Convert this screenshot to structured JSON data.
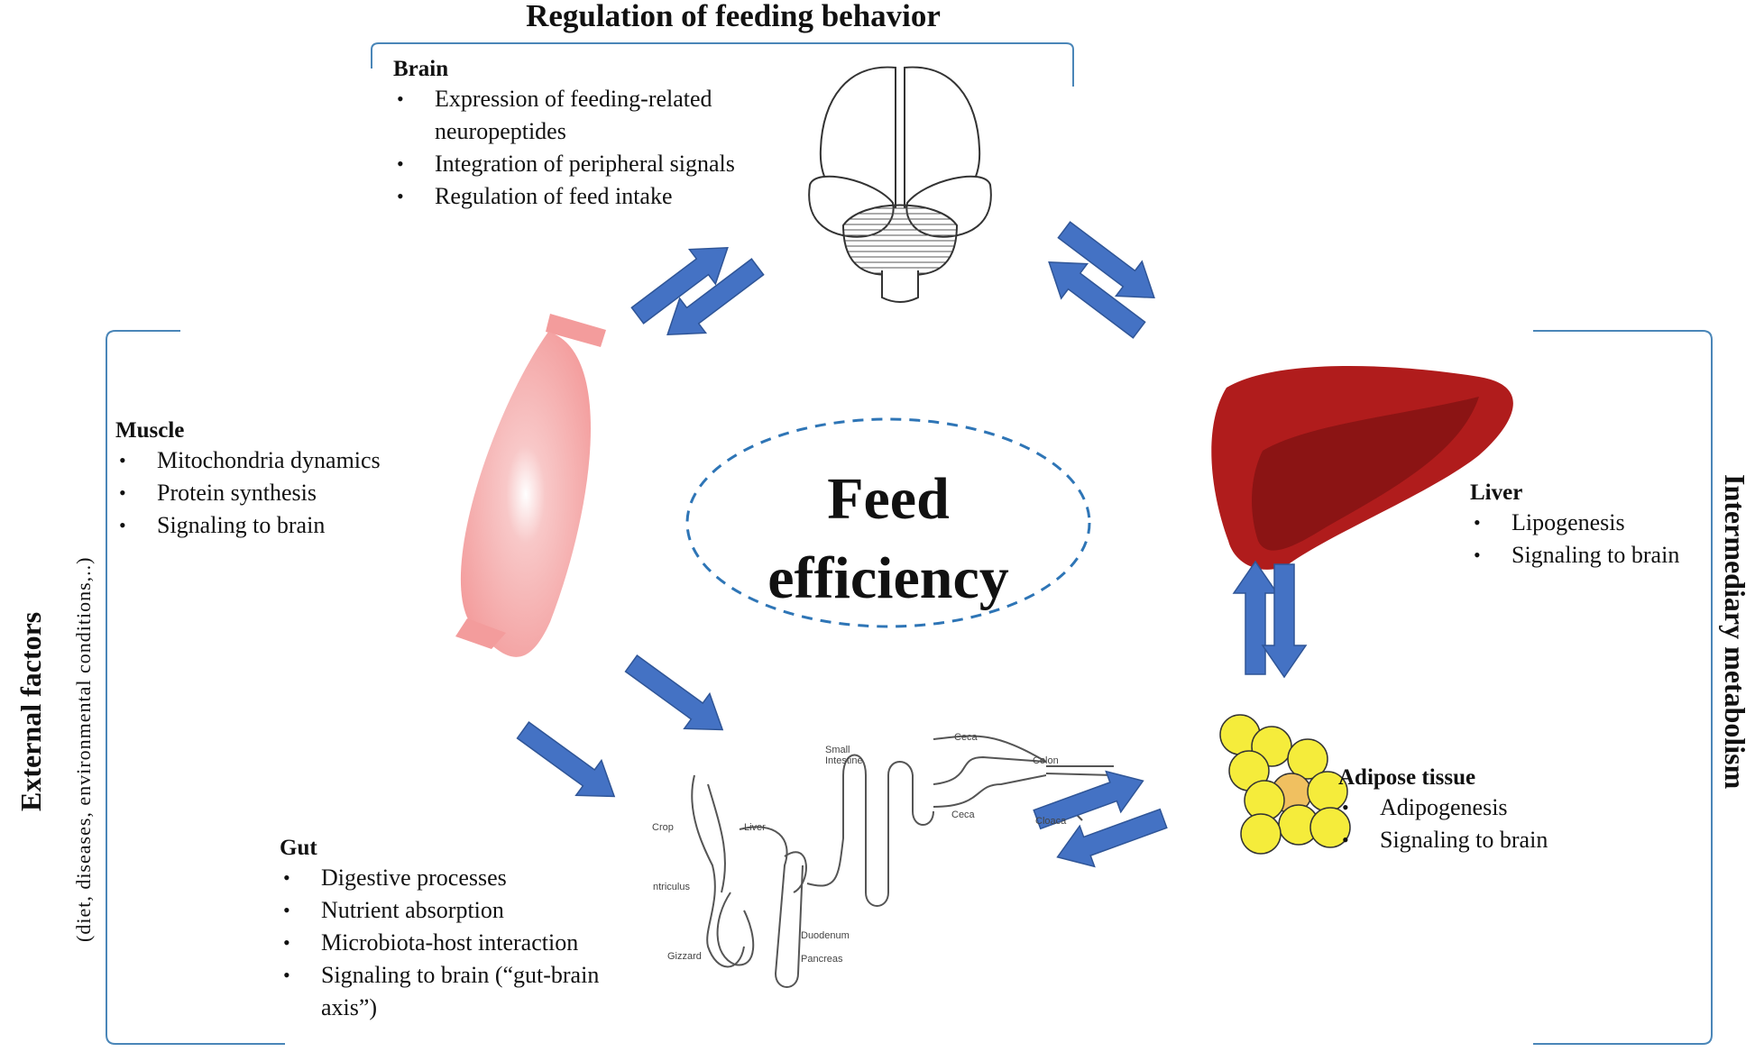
{
  "header": {
    "title": "Regulation of feeding behavior"
  },
  "side_labels": {
    "left_title": "External factors",
    "left_subtitle": "(diet,  diseases,  environmental  conditions,..)",
    "right_title": "Intermediary metabolism"
  },
  "center": {
    "line1": "Feed",
    "line2": "efficiency"
  },
  "brain": {
    "title": "Brain",
    "items": [
      "Expression of feeding-related neuropeptides",
      "Integration of peripheral signals",
      "Regulation of feed intake"
    ]
  },
  "muscle": {
    "title": "Muscle",
    "items": [
      "Mitochondria dynamics",
      "Protein synthesis",
      "Signaling to brain"
    ]
  },
  "liver": {
    "title": "Liver",
    "items": [
      "Lipogenesis",
      "Signaling to brain"
    ]
  },
  "adipose": {
    "title": "Adipose tissue",
    "items": [
      "Adipogenesis",
      "Signaling to brain"
    ]
  },
  "gut": {
    "title": "Gut",
    "items": [
      "Digestive processes",
      "Nutrient absorption",
      "Microbiota-host interaction",
      "Signaling to brain (“gut-brain axis”)"
    ]
  },
  "gut_diagram_labels": {
    "crop": "Crop",
    "ventriculus": "ntriculus",
    "gizzard": "Gizzard",
    "liver": "Liver",
    "small_intestine": "Small Intestine",
    "ceca_top": "Ceca",
    "ceca_bottom": "Ceca",
    "colon": "Colon",
    "cloaca": "Cloaca",
    "duodenum": "Duodenum",
    "pancreas": "Pancreas"
  },
  "colors": {
    "arrow": "#4472C4",
    "arrow_stroke": "#2F5597",
    "bracket": "#4A86B8",
    "dashed_ellipse": "#2E75B6",
    "liver": "#B01C1C",
    "liver_dark": "#8B1414",
    "muscle": "#F4A6A6",
    "fat": "#F5EC3B",
    "fat_core": "#F0C060"
  },
  "icons": [
    "brain-icon",
    "muscle-icon",
    "liver-icon",
    "adipose-icon",
    "gut-icon"
  ]
}
